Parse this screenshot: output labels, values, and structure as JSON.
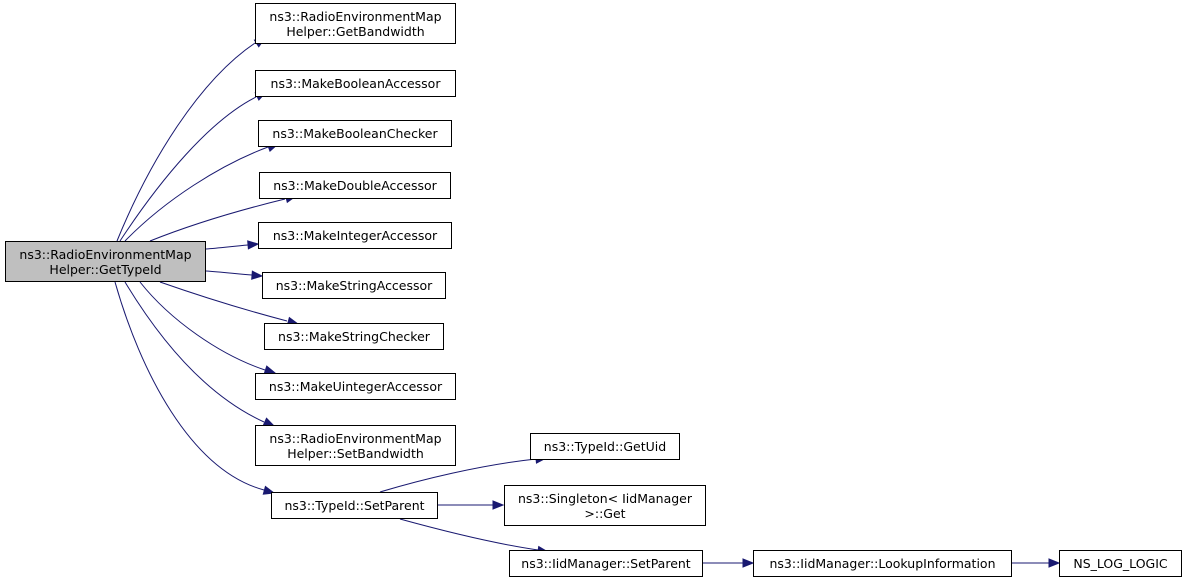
{
  "colors": {
    "edge": "#191970",
    "root_fill": "#bfbfbf",
    "node_fill": "#ffffff",
    "border": "#000000"
  },
  "nodes": {
    "root": {
      "line1": "ns3::RadioEnvironmentMap",
      "line2": "Helper::GetTypeId"
    },
    "get_bandwidth": {
      "line1": "ns3::RadioEnvironmentMap",
      "line2": "Helper::GetBandwidth"
    },
    "make_boolean_accessor": {
      "line1": "ns3::MakeBooleanAccessor"
    },
    "make_boolean_checker": {
      "line1": "ns3::MakeBooleanChecker"
    },
    "make_double_accessor": {
      "line1": "ns3::MakeDoubleAccessor"
    },
    "make_integer_accessor": {
      "line1": "ns3::MakeIntegerAccessor"
    },
    "make_string_accessor": {
      "line1": "ns3::MakeStringAccessor"
    },
    "make_string_checker": {
      "line1": "ns3::MakeStringChecker"
    },
    "make_uinteger_accessor": {
      "line1": "ns3::MakeUintegerAccessor"
    },
    "set_bandwidth": {
      "line1": "ns3::RadioEnvironmentMap",
      "line2": "Helper::SetBandwidth"
    },
    "typeid_set_parent": {
      "line1": "ns3::TypeId::SetParent"
    },
    "typeid_get_uid": {
      "line1": "ns3::TypeId::GetUid"
    },
    "singleton_get": {
      "line1": "ns3::Singleton< IidManager",
      "line2": ">::Get"
    },
    "iidmanager_set_parent": {
      "line1": "ns3::IidManager::SetParent"
    },
    "lookup_information": {
      "line1": "ns3::IidManager::LookupInformation"
    },
    "ns_log_logic": {
      "line1": "NS_LOG_LOGIC"
    }
  }
}
